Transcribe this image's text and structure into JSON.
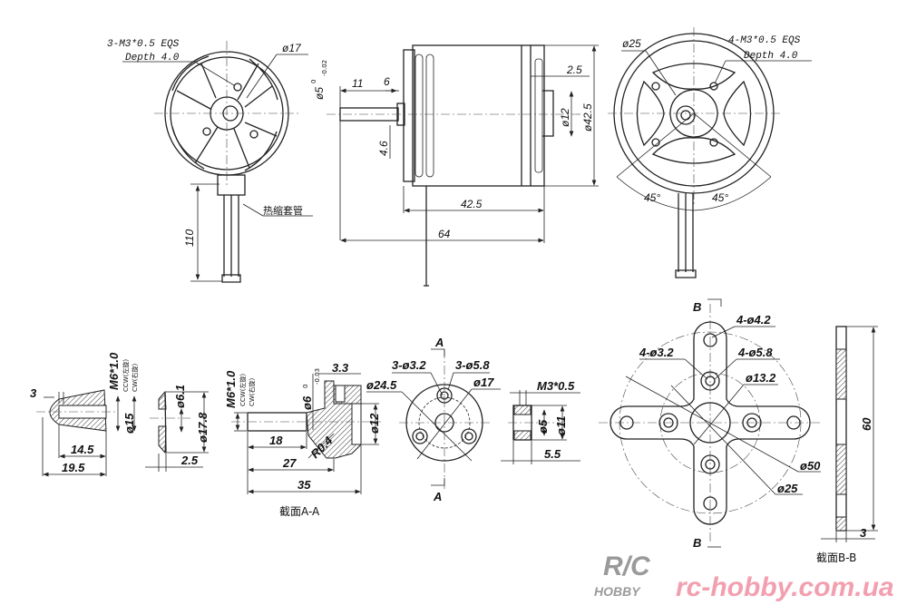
{
  "front_view": {
    "thread_note": "3-M3*0.5 EQS",
    "depth_note": "Depth 4.0",
    "dia_17": "ø17",
    "heat_shrink": "热缩套管",
    "wire_length": "110"
  },
  "side_view": {
    "shaft_dia": "ø5",
    "shaft_tol_upper": "0",
    "shaft_tol_lower": "-0.02",
    "dim_11": "11",
    "dim_6": "6",
    "dim_4_6": "4.6",
    "dim_42_5": "42.5",
    "dim_64": "64",
    "dim_2_5": "2.5",
    "dia_12": "ø12",
    "dia_42_5": "ø42.5"
  },
  "rear_view": {
    "dia_25": "ø25",
    "thread_note": "4-M3*0.5 EQS",
    "depth_note": "Depth 4.0",
    "angle_left": "45°",
    "angle_right": "45°"
  },
  "prop_nut": {
    "dim_3": "3",
    "thread": "M6*1.0",
    "ccw": "CCW(左旋)",
    "cw": "CW(右旋)",
    "dia_15": "ø15",
    "dim_14_5": "14.5",
    "dim_19_5": "19.5"
  },
  "washer": {
    "dia_6_1": "ø6.1",
    "dia_17_8": "ø17.8",
    "dim_2_5": "2.5"
  },
  "prop_adapter": {
    "thread": "M6*1.0",
    "ccw": "CCW(左旋)",
    "cw": "CW(右旋)",
    "dia_6": "ø6",
    "tol_upper": "0",
    "tol_lower": "-0.03",
    "dim_3_3": "3.3",
    "dia_12": "ø12",
    "dim_18": "18",
    "dim_27": "27",
    "dim_35": "35",
    "radius": "R0.4",
    "section_label": "截面A-A"
  },
  "adapter_face": {
    "section_mark_top": "A",
    "section_mark_bottom": "A",
    "dia_24_5": "ø24.5",
    "holes_3_2": "3-ø3.2",
    "holes_5_8": "3-ø5.8",
    "dia_17": "ø17"
  },
  "collar": {
    "thread": "M3*0.5",
    "dia_5": "ø5",
    "dia_11": "ø11",
    "dim_5_5": "5.5"
  },
  "mount": {
    "section_mark_top": "B",
    "section_mark_bottom": "B",
    "holes_4_2": "4-ø4.2",
    "holes_3_2": "4-ø3.2",
    "holes_5_8": "4-ø5.8",
    "dia_13_2": "ø13.2",
    "dia_50": "ø50",
    "dia_25": "ø25",
    "dim_60": "60",
    "dim_3": "3",
    "section_label": "截面B-B"
  },
  "watermark": {
    "logo_top": "R/C",
    "logo_bottom": "HOBBY",
    "url": "rc-hobby.com.ua"
  }
}
